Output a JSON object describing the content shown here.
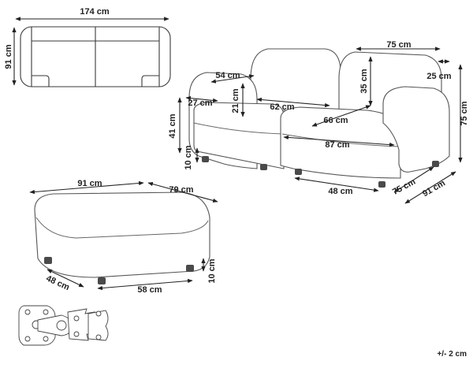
{
  "top_view": {
    "width_label": "174 cm",
    "depth_label": "91 cm"
  },
  "sofa": {
    "arm_width_label": "54 cm",
    "arm_depth_label": "27 cm",
    "arm_height_label": "21 cm",
    "seat_width_label": "62 cm",
    "seat_depth_label": "66 cm",
    "seat_front_label": "87 cm",
    "back_height_label": "35 cm",
    "seat_height_label": "41 cm",
    "leg_height_label": "10 cm",
    "module_width_label": "75 cm",
    "back_depth_label": "25 cm",
    "total_height_label": "75 cm",
    "base_width_label": "48 cm",
    "module_depth_label": "75 cm",
    "total_depth_label": "91 cm"
  },
  "ottoman": {
    "width_label": "91 cm",
    "depth_label": "79 cm",
    "base_side_label": "48 cm",
    "base_front_label": "58 cm",
    "leg_height_label": "10 cm"
  },
  "tolerance": "+/- 2 cm"
}
